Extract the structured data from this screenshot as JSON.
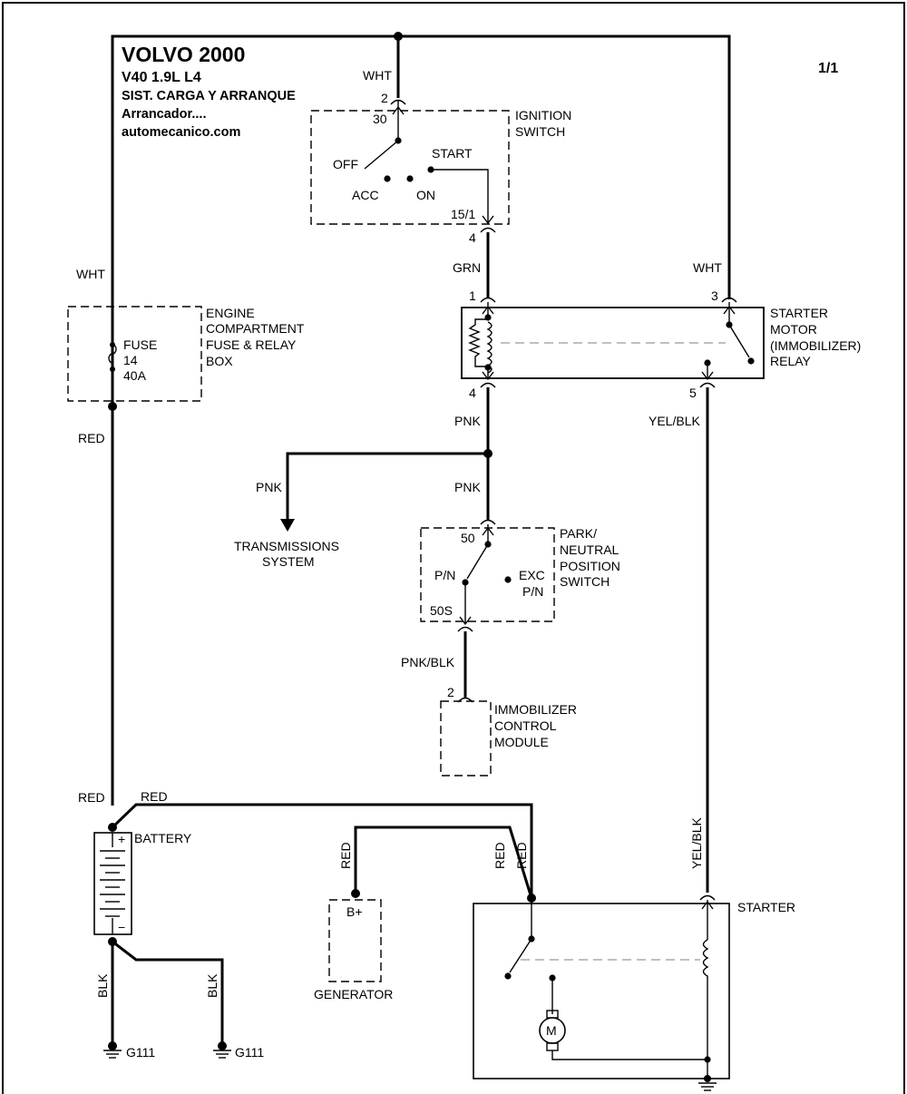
{
  "header": {
    "title": "VOLVO 2000",
    "model": "V40  1.9L  L4",
    "system": "SIST. CARGA Y ARRANQUE",
    "subsystem": "Arrancador....",
    "website": "automecanico.com",
    "page_number": "1/1"
  },
  "ignition_switch": {
    "name_line1": "IGNITION",
    "name_line2": "SWITCH",
    "pin_top": "2",
    "terminal_in": "30",
    "terminal_out": "15/1",
    "pin_bottom": "4",
    "pos_off": "OFF",
    "pos_acc": "ACC",
    "pos_on": "ON",
    "pos_start": "START"
  },
  "fuse_box": {
    "name_line1": "ENGINE",
    "name_line2": "COMPARTMENT",
    "name_line3": "FUSE & RELAY",
    "name_line4": "BOX",
    "fuse_line1": "FUSE",
    "fuse_line2": "14",
    "fuse_line3": "40A"
  },
  "relay": {
    "name_line1": "STARTER",
    "name_line2": "MOTOR",
    "name_line3": "(IMMOBILIZER)",
    "name_line4": "RELAY",
    "pin_coil_in": "1",
    "pin_coil_out": "4",
    "pin_switch_in": "3",
    "pin_switch_out": "5"
  },
  "pn_switch": {
    "name_line1": "PARK/",
    "name_line2": "NEUTRAL",
    "name_line3": "POSITION",
    "name_line4": "SWITCH",
    "terminal_in": "50",
    "terminal_out": "50S",
    "pos_pn": "P/N",
    "pos_exc1": "EXC",
    "pos_exc2": "P/N"
  },
  "immobilizer": {
    "name_line1": "IMMOBILIZER",
    "name_line2": "CONTROL",
    "name_line3": "MODULE",
    "pin": "2"
  },
  "transmission": {
    "line1": "TRANSMISSIONS",
    "line2": "SYSTEM"
  },
  "battery": {
    "name": "BATTERY",
    "plus": "+",
    "minus": "−"
  },
  "generator": {
    "name": "GENERATOR",
    "terminal": "B+"
  },
  "starter": {
    "name": "STARTER",
    "motor_symbol": "M"
  },
  "grounds": {
    "g1": "G111",
    "g2": "G111"
  },
  "wires": {
    "wht_top": "WHT",
    "wht_left": "WHT",
    "wht_right": "WHT",
    "grn": "GRN",
    "pnk_relay": "PNK",
    "pnk_left": "PNK",
    "pnk_pn": "PNK",
    "pnk_blk": "PNK/BLK",
    "red_fuse": "RED",
    "red_batt_left": "RED",
    "red_batt_top": "RED",
    "red_gen": "RED",
    "red_starter1": "RED",
    "red_starter2": "RED",
    "yel_blk_top": "YEL/BLK",
    "yel_blk_bottom": "YEL/BLK",
    "blk1": "BLK",
    "blk2": "BLK"
  }
}
